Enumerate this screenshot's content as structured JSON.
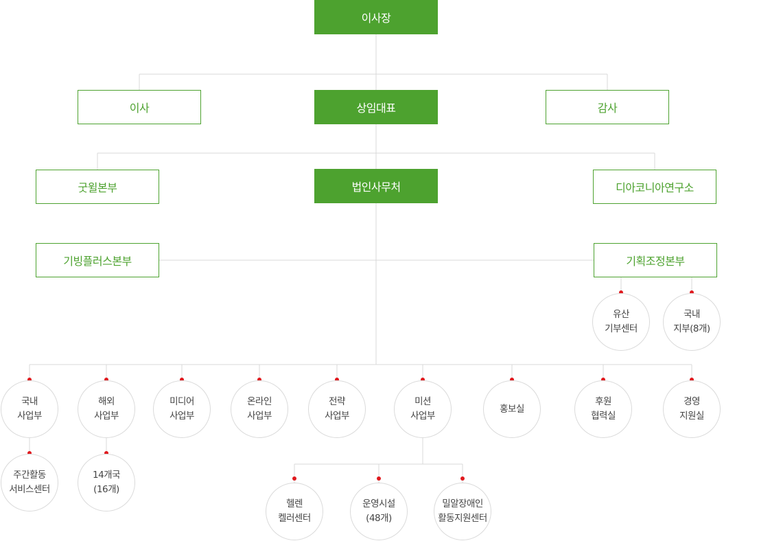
{
  "colors": {
    "green": "#4da22f",
    "dot": "#e0191e",
    "line": "#d9d9d9",
    "text": "#444444"
  },
  "top": {
    "chairman": "이사장",
    "director": "이사",
    "ceo": "상임대표",
    "auditor": "감사"
  },
  "mid": {
    "goodwill": "굿윌본부",
    "corp_office": "법인사무처",
    "diakonia": "디아코니아연구소",
    "giving_plus": "기빙플러스본부",
    "planning": "기획조정본부"
  },
  "planning_units": [
    {
      "line1": "유산",
      "line2": "기부센터"
    },
    {
      "line1": "국내",
      "line2": "지부(8개)"
    }
  ],
  "departments": [
    {
      "line1": "국내",
      "line2": "사업부"
    },
    {
      "line1": "해외",
      "line2": "사업부"
    },
    {
      "line1": "미디어",
      "line2": "사업부"
    },
    {
      "line1": "온라인",
      "line2": "사업부"
    },
    {
      "line1": "전략",
      "line2": "사업부"
    },
    {
      "line1": "미션",
      "line2": "사업부"
    },
    {
      "line1": "홍보실",
      "line2": ""
    },
    {
      "line1": "후원",
      "line2": "협력실"
    },
    {
      "line1": "경영",
      "line2": "지원실"
    }
  ],
  "domestic_sub": {
    "line1": "주간활동",
    "line2": "서비스센터"
  },
  "overseas_sub": {
    "line1": "14개국",
    "line2": "(16개)"
  },
  "mission_subs": [
    {
      "line1": "헬렌",
      "line2": "켈러센터"
    },
    {
      "line1": "운영시설",
      "line2": "(48개)"
    },
    {
      "line1": "밀알장애인",
      "line2": "활동지원센터"
    }
  ]
}
